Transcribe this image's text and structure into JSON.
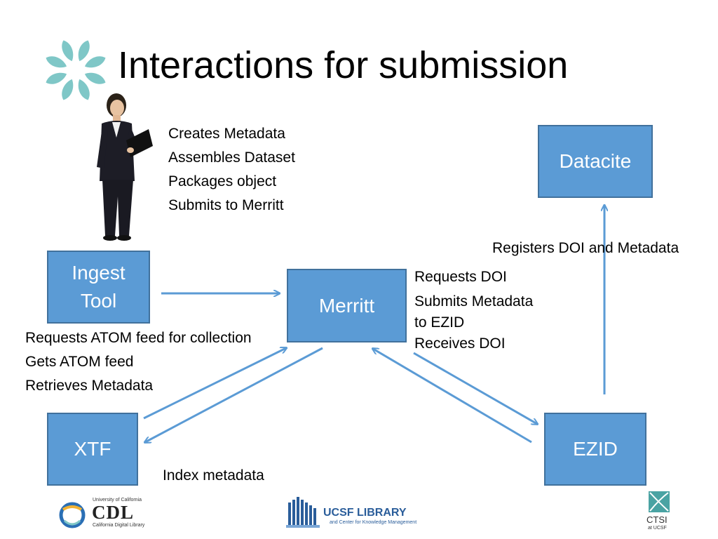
{
  "title": "Interactions for submission",
  "person_actions": [
    "Creates Metadata",
    "Assembles Dataset",
    "Packages object",
    "Submits to Merritt"
  ],
  "nodes": {
    "ingest": "Ingest\nTool",
    "merritt": "Merritt",
    "datacite": "Datacite",
    "xtf": "XTF",
    "ezid": "EZID"
  },
  "labels": {
    "registers": "Registers DOI and Metadata",
    "merritt_ezid": [
      "Requests DOI",
      "Submits Metadata",
      "to EZID",
      "Receives DOI"
    ],
    "xtf_merritt": [
      "Requests ATOM feed for collection",
      "Gets ATOM feed",
      "Retrieves Metadata"
    ],
    "index": "Index metadata"
  },
  "logos": {
    "cdl_top": "University of California",
    "cdl_main": "CDL",
    "cdl_sub": "California Digital Library",
    "ucsf_main": "UCSF LIBRARY",
    "ucsf_sub": "and Center for Knowledge Management",
    "ctsi_main": "CTSI",
    "ctsi_sub": "at UCSF"
  },
  "colors": {
    "box_fill": "#5b9bd5",
    "box_border": "#41719c",
    "arrow": "#5b9bd5",
    "accent_icon": "#7fc7c7"
  }
}
